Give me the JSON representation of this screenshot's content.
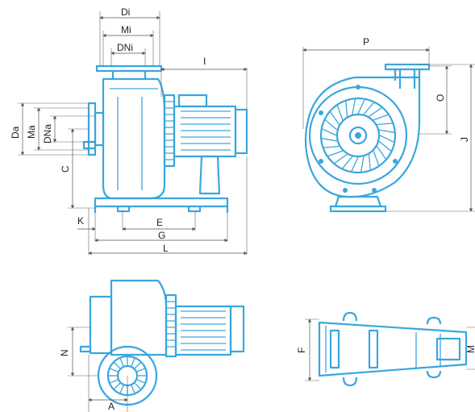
{
  "colors": {
    "drawing_blue": "#3aa6dd",
    "dimension": "#555555"
  },
  "labels": {
    "Di": "Di",
    "Mi": "Mi",
    "DNi": "DNi",
    "I": "I",
    "Da": "Da",
    "Ma": "Ma",
    "DNa": "DNa",
    "C": "C",
    "K": "K",
    "E": "E",
    "G": "G",
    "L": "L",
    "P": "P",
    "O": "O",
    "J": "J",
    "N": "N",
    "A": "A",
    "F": "F",
    "M": "M"
  }
}
